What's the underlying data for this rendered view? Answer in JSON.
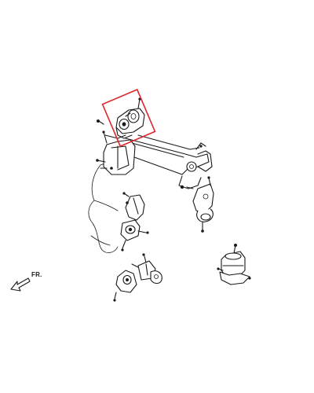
{
  "direction_label": "FR.",
  "highlight_color": "#e0262b",
  "line_color": "#1a1a1a",
  "parts": [
    {
      "name": "upper-torque-mount",
      "highlighted": true
    },
    {
      "name": "engine-block",
      "highlighted": false
    },
    {
      "name": "subframe-crossmember",
      "highlighted": false
    },
    {
      "name": "right-side-mount",
      "highlighted": false
    },
    {
      "name": "center-transmission-mount",
      "highlighted": false
    },
    {
      "name": "front-lower-mount",
      "highlighted": false
    },
    {
      "name": "hydraulic-engine-mount",
      "highlighted": false
    }
  ]
}
